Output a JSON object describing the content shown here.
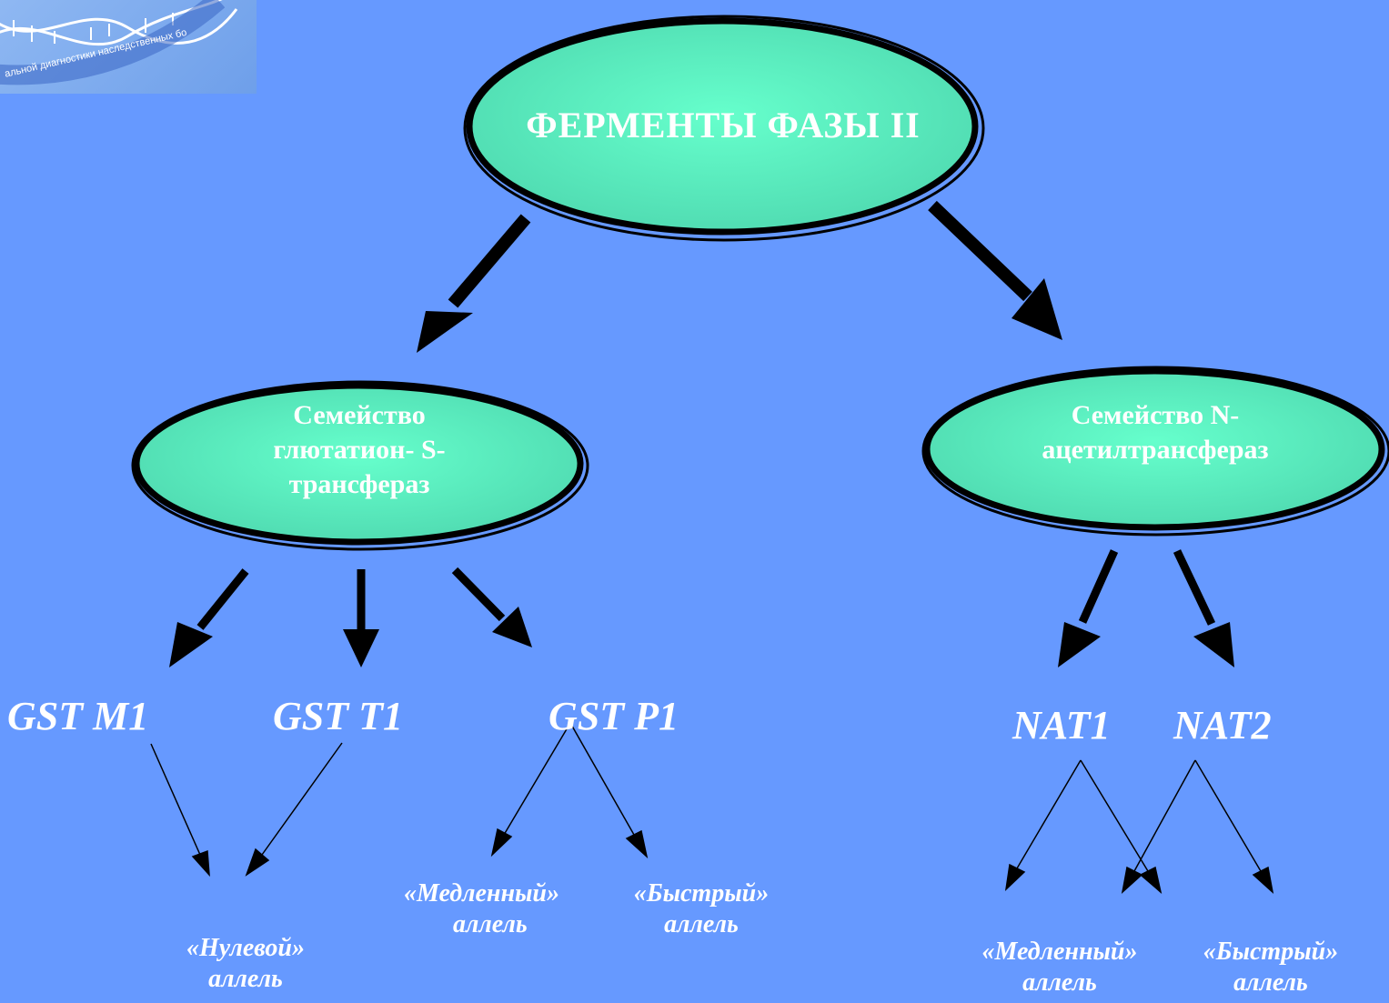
{
  "logo": {
    "text": "альной диагностики наследственных бо",
    "icon": "dna-helix-icon"
  },
  "root": {
    "label": "ФЕРМЕНТЫ  ФАЗЫ II"
  },
  "families": [
    {
      "label": "Семейство глютатион- S- трансфераз"
    },
    {
      "label": "Семейство N- ацетилтрансфераз"
    }
  ],
  "genes": [
    "GST M1",
    "GST T1",
    "GST P1",
    "NAT1",
    "NAT2"
  ],
  "alleles": [
    {
      "line1": "«Нулевой»",
      "line2": "аллель"
    },
    {
      "line1": "«Медленный»",
      "line2": "аллель"
    },
    {
      "line1": "«Быстрый»",
      "line2": "аллель"
    },
    {
      "line1": "«Медленный»",
      "line2": "аллель"
    },
    {
      "line1": "«Быстрый»",
      "line2": "аллель"
    }
  ],
  "colors": {
    "background": "#6699ff",
    "node_fill": "#66ffcc",
    "node_outline": "#000000",
    "text": "#ffffff",
    "arrows": "#000000"
  }
}
